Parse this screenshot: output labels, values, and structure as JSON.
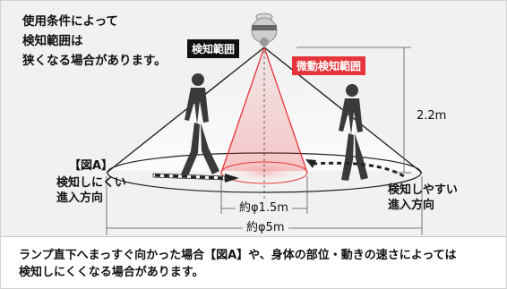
{
  "intro_text": [
    "使用条件によって",
    "検知範囲は",
    "狭くなる場合があります。"
  ],
  "labels": {
    "detection_range": "検知範囲",
    "micro_detection_range": "微動検知範囲",
    "height": "2.2m",
    "figure_a": "【図A】",
    "hard_to_detect": [
      "検知しにくい",
      "進入方向"
    ],
    "easy_to_detect": [
      "検知しやすい",
      "進入方向"
    ],
    "inner_diameter": "約φ1.5m",
    "outer_diameter": "約φ5m"
  },
  "note": [
    "ランプ直下へまっすぐ向かった場合【図A】や、身体の部位・動きの速さによっては",
    "検知しにくくなる場合があります。"
  ],
  "colors": {
    "red": "#e5353a",
    "panel": "#f1f1f1",
    "text": "#111111"
  },
  "icons": [
    "sensor-lamp-icon",
    "walking-person-icon",
    "direction-arrow-icon"
  ]
}
